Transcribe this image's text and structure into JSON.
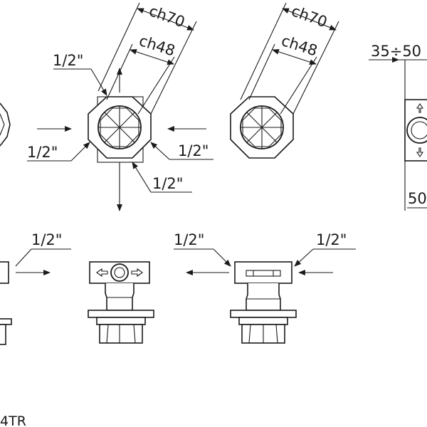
{
  "labels": {
    "ch70": "ch70",
    "ch48": "ch48",
    "half_inch": "1/2\"",
    "range": "35÷50",
    "fifty": "50",
    "code_suffix": "4TR"
  },
  "colors": {
    "ink": "#1a1a1a",
    "paper": "#ffffff"
  }
}
